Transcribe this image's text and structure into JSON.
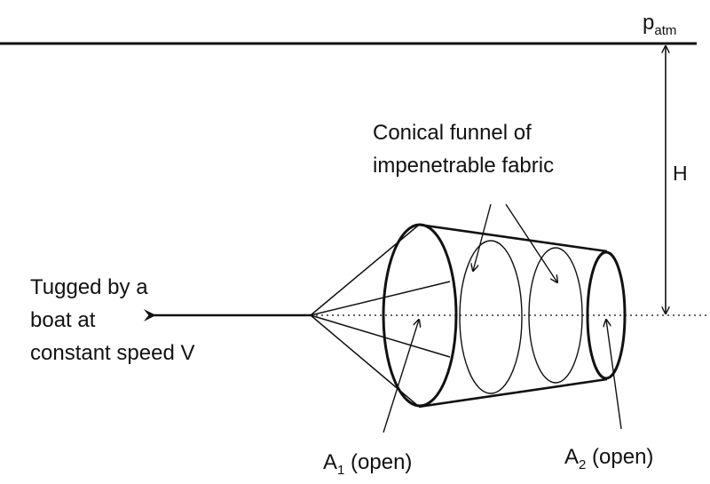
{
  "labels": {
    "p_atm_main": "p",
    "p_atm_sub": "atm",
    "depth": "H",
    "funnel_line1": "Conical funnel of",
    "funnel_line2": "impenetrable fabric",
    "tug_line1": "Tugged by a",
    "tug_line2": "boat at",
    "tug_line3": "constant speed V",
    "a1_main": "A",
    "a1_sub": "1",
    "a1_suffix": " (open)",
    "a2_main": "A",
    "a2_sub": "2",
    "a2_suffix": " (open)"
  },
  "colors": {
    "ink": "#111111",
    "background": "#ffffff"
  }
}
